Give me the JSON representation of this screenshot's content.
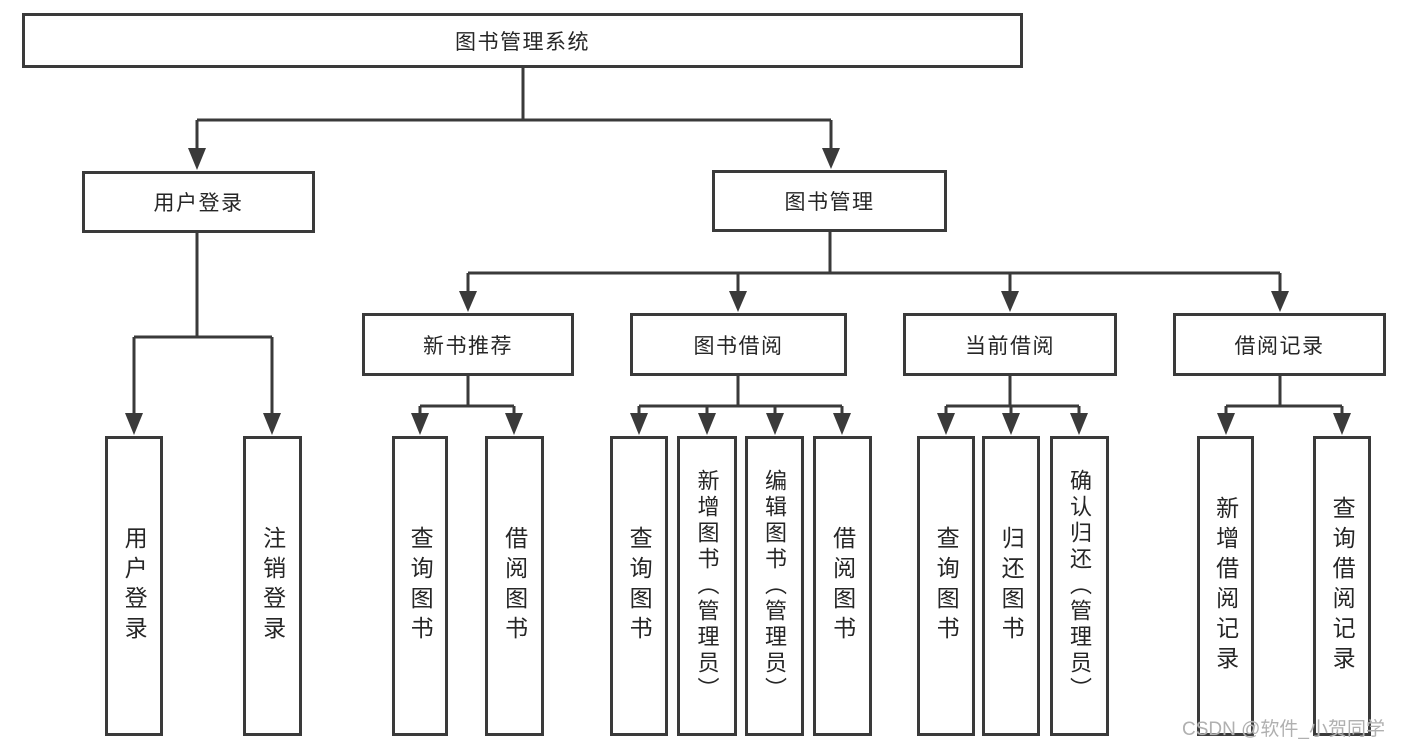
{
  "diagram": {
    "title": "图书管理系统",
    "tree": {
      "label": "图书管理系统",
      "children": [
        {
          "label": "用户登录",
          "children": [
            {
              "label": "用户登录"
            },
            {
              "label": "注销登录"
            }
          ]
        },
        {
          "label": "图书管理",
          "children": [
            {
              "label": "新书推荐",
              "children": [
                {
                  "label": "查询图书"
                },
                {
                  "label": "借阅图书"
                }
              ]
            },
            {
              "label": "图书借阅",
              "children": [
                {
                  "label": "查询图书"
                },
                {
                  "label": "新增图书（管理员）"
                },
                {
                  "label": "编辑图书（管理员）"
                },
                {
                  "label": "借阅图书"
                }
              ]
            },
            {
              "label": "当前借阅",
              "children": [
                {
                  "label": "查询图书"
                },
                {
                  "label": "归还图书"
                },
                {
                  "label": "确认归还（管理员）"
                }
              ]
            },
            {
              "label": "借阅记录",
              "children": [
                {
                  "label": "新增借阅记录"
                },
                {
                  "label": "查询借阅记录"
                }
              ]
            }
          ]
        }
      ]
    },
    "colors": {
      "line": "#3a3a3a",
      "box_border": "#3a3a3a",
      "text": "#262626",
      "background": "#ffffff",
      "watermark": "#b0b0b0"
    }
  },
  "watermark": {
    "text": "CSDN @软件_小贺同学"
  }
}
